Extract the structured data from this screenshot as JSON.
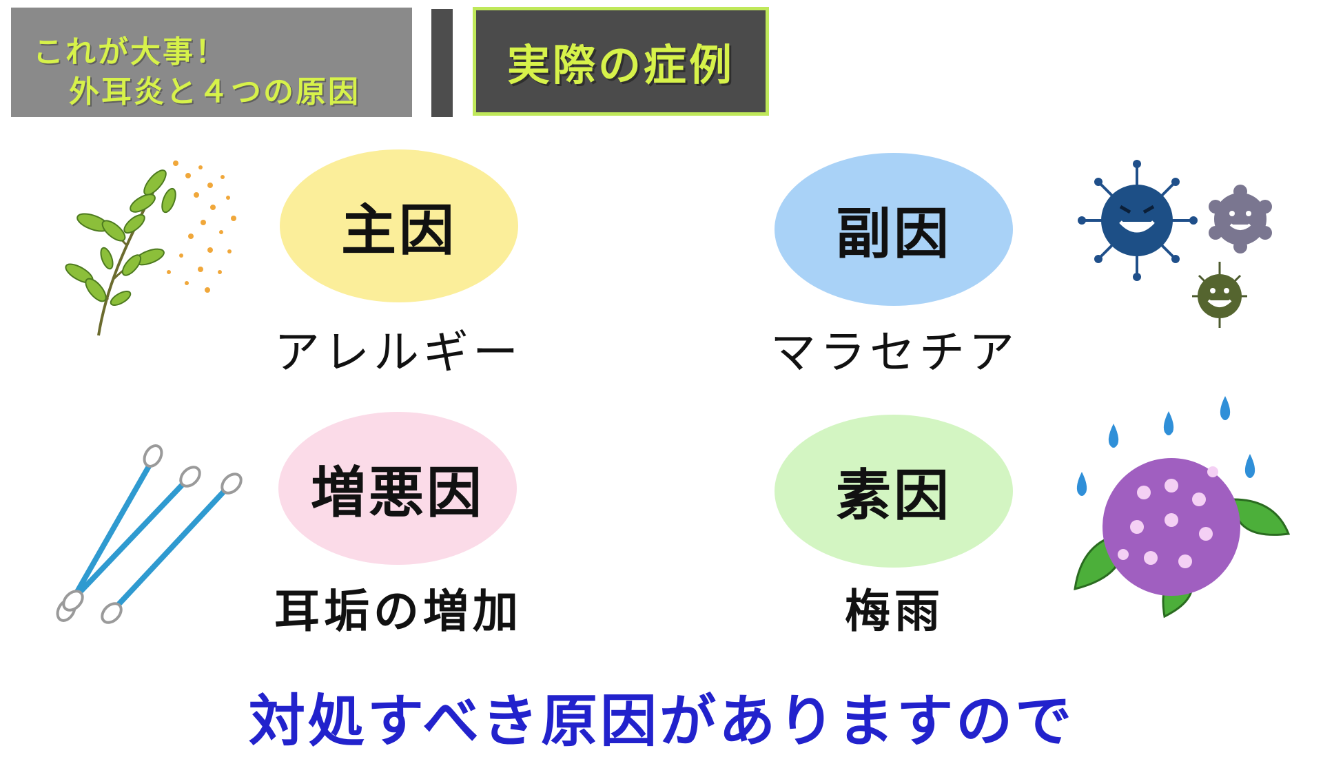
{
  "header": {
    "left_line1": "これが大事！",
    "left_line2": "外耳炎と４つの原因",
    "right_title": "実際の症例"
  },
  "causes": {
    "main": {
      "label": "主因",
      "example": "アレルギー"
    },
    "sub": {
      "label": "副因",
      "example": "マラセチア"
    },
    "worsen": {
      "label": "増悪因",
      "example": "耳垢の増加"
    },
    "element": {
      "label": "素因",
      "example": "梅雨"
    }
  },
  "caption": "対処すべき原因がありますので",
  "colors": {
    "header_text": "#d7f24a",
    "oval_main": "#fbee9a",
    "oval_sub": "#a9d2f7",
    "oval_worsen": "#fbdbe8",
    "oval_element": "#d3f5c2",
    "caption": "#2222cc"
  },
  "icons": {
    "main": "ragweed-pollen-icon",
    "sub": "germs-icon",
    "worsen": "cotton-swabs-icon",
    "element": "hydrangea-rain-icon"
  }
}
